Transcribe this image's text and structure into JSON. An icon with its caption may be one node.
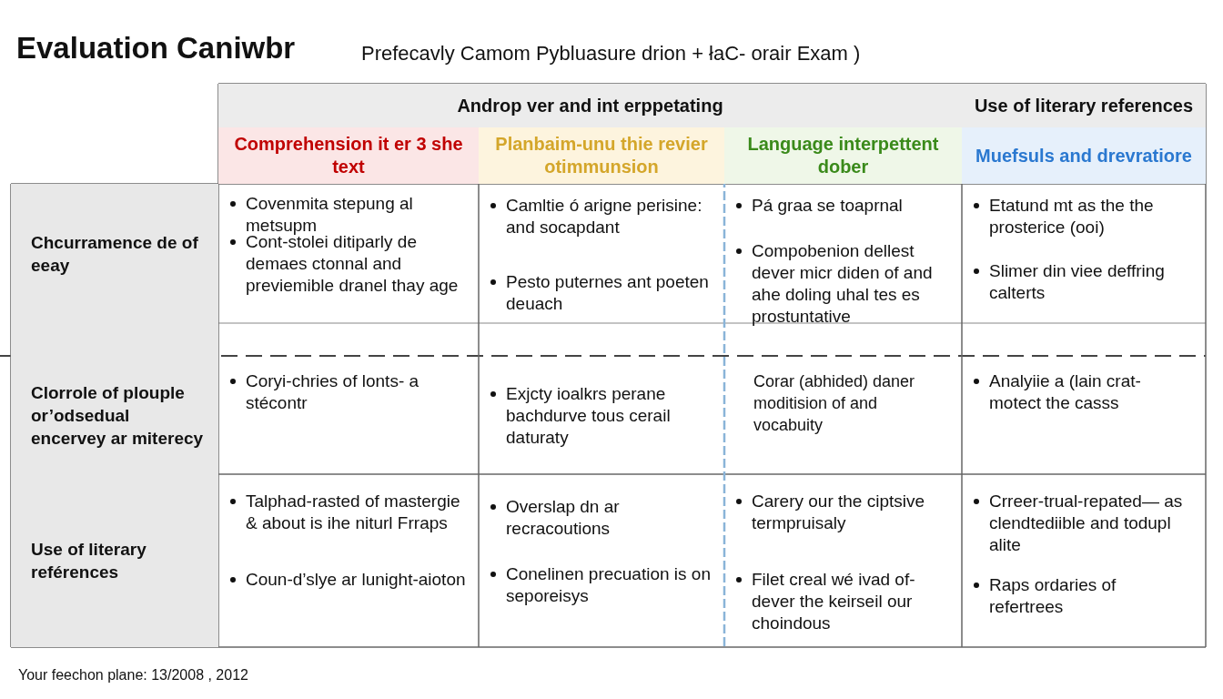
{
  "diagram": {
    "labels": [
      "Evaluation Caniwbr",
      "Prefecavly Camom Pybluasure drion + łaC- orair Exam )",
      "Androp ver and int erppetating",
      "Use of literary references",
      "Comprehension it er 3 she text",
      "Planbaim-unu thie revier otimmunsion",
      "Language interpettent dober",
      "Muefsuls and drevratiore",
      "Chcurramence de of eeay",
      "Covenmita stepung al metsupm",
      "Cont-stolei ditiparly de demaes ctonnal and previemible dranel thay age",
      "Camltie ó arigne perisine: and socapdant",
      "Pesto puternes ant poeten deuach",
      "Pá graa se toaprnal",
      "Compobenion dellest dever micr diden of and ahe doling uhal tes es prostuntative",
      "Etatund mt as the the prosterice (ooi)",
      "Slimer din viee deffring calterts",
      "Clorrole of plouple or’odsedual encervey ar miterecy",
      "Coryi-chries of lonts- a stécontr",
      "Exjcty ioalkrs perane bachdurve tous cerail daturaty",
      "Corar (abhided) daner moditision of and vocabuity",
      "Analyiie a (lain crat- motect the casss",
      "Use of literary reférences",
      "Talphad-rasted of mastergie & about is ihe niturl Frraps",
      "Coun-d’slye ar lunight-aioton",
      "Overslap dn ar recracoutions",
      "Conelinen precuation is on seporeisys",
      "Carery our the ciptsive termpruisaly",
      "Filet creal wé ivad of- dever the keirseil our choindous",
      "Crreer-trual-repated— as clendtediible and todupl alite",
      "Raps ordaries of refertrees",
      "Your feechon plane: 13/2008 , 2012"
    ]
  }
}
